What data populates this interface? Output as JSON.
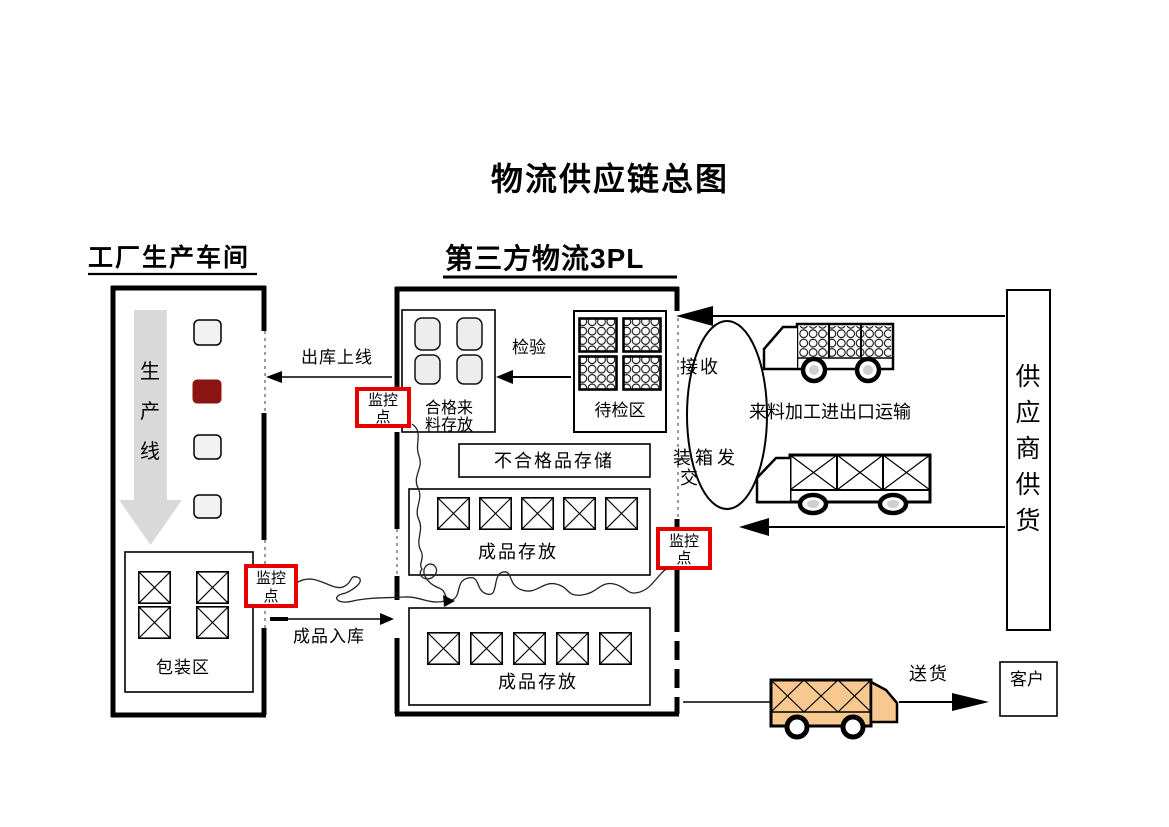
{
  "page": {
    "title": "物流供应链总图"
  },
  "factory": {
    "header": "工厂生产车间",
    "production_line": "生产线",
    "packaging_area": "包装区"
  },
  "tpl": {
    "header": "第三方物流3PL",
    "qualified_storage_line1": "合格来",
    "qualified_storage_line2": "料存放",
    "awaiting_inspection": "待检区",
    "inspection": "检验",
    "nonconforming_storage": "不合格品存储",
    "finished_storage_upper": "成品存放",
    "finished_storage_lower": "成品存放"
  },
  "monitor_point": {
    "line1": "监控",
    "line2": "点"
  },
  "flows": {
    "outbound_to_line": "出库上线",
    "finished_inbound": "成品入库",
    "receiving": "接收",
    "inbound_processing_transport": "来料加工进出口运输",
    "packing_dispatch_line1": "装箱发",
    "packing_dispatch_line2": "交",
    "delivery": "送货"
  },
  "supplier": {
    "label": "供应商供货"
  },
  "customer": {
    "label": "客户"
  },
  "colors": {
    "monitor_red": "#e60000",
    "dark_red_block": "#8c1412",
    "truck_orange": "#f7c890",
    "arrow_gray": "#d9d9d9"
  }
}
